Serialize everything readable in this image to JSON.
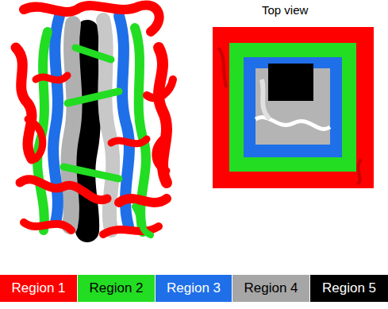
{
  "diagram": {
    "labels": [
      "Top view"
    ],
    "legend": [
      {
        "text": "Region 1",
        "color": "#ff0000"
      },
      {
        "text": "Region 2",
        "color": "#22dd22"
      },
      {
        "text": "Region 3",
        "color": "#1f6fe8"
      },
      {
        "text": "Region 4",
        "color": "#a6a6a6"
      },
      {
        "text": "Region 5",
        "color": "#000000"
      }
    ]
  }
}
